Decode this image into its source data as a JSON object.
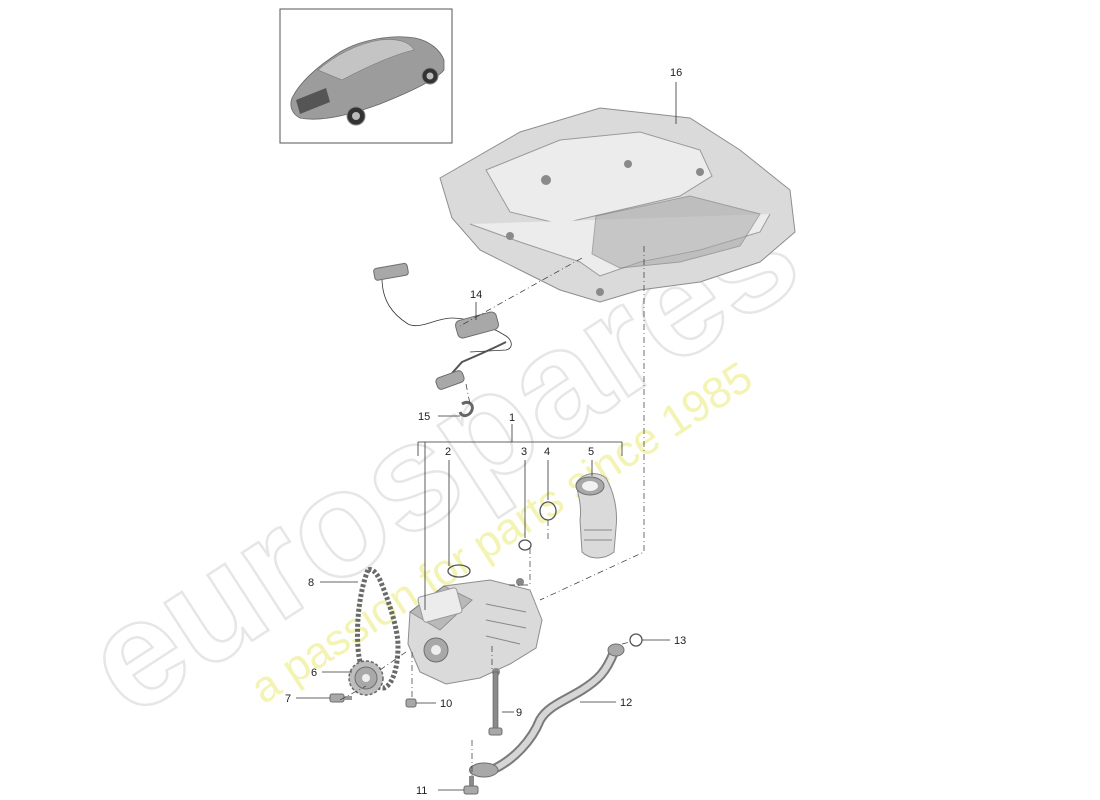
{
  "watermark": {
    "brand": "eurospares",
    "tagline": "a passion for parts since 1985"
  },
  "callouts": {
    "c1": "1",
    "c2": "2",
    "c3": "3",
    "c4": "4",
    "c5": "5",
    "c6": "6",
    "c7": "7",
    "c8": "8",
    "c9": "9",
    "c10": "10",
    "c11": "11",
    "c12": "12",
    "c13": "13",
    "c14": "14",
    "c15": "15",
    "c16": "16"
  },
  "thumbnail": {
    "subject": "car-silhouette"
  }
}
